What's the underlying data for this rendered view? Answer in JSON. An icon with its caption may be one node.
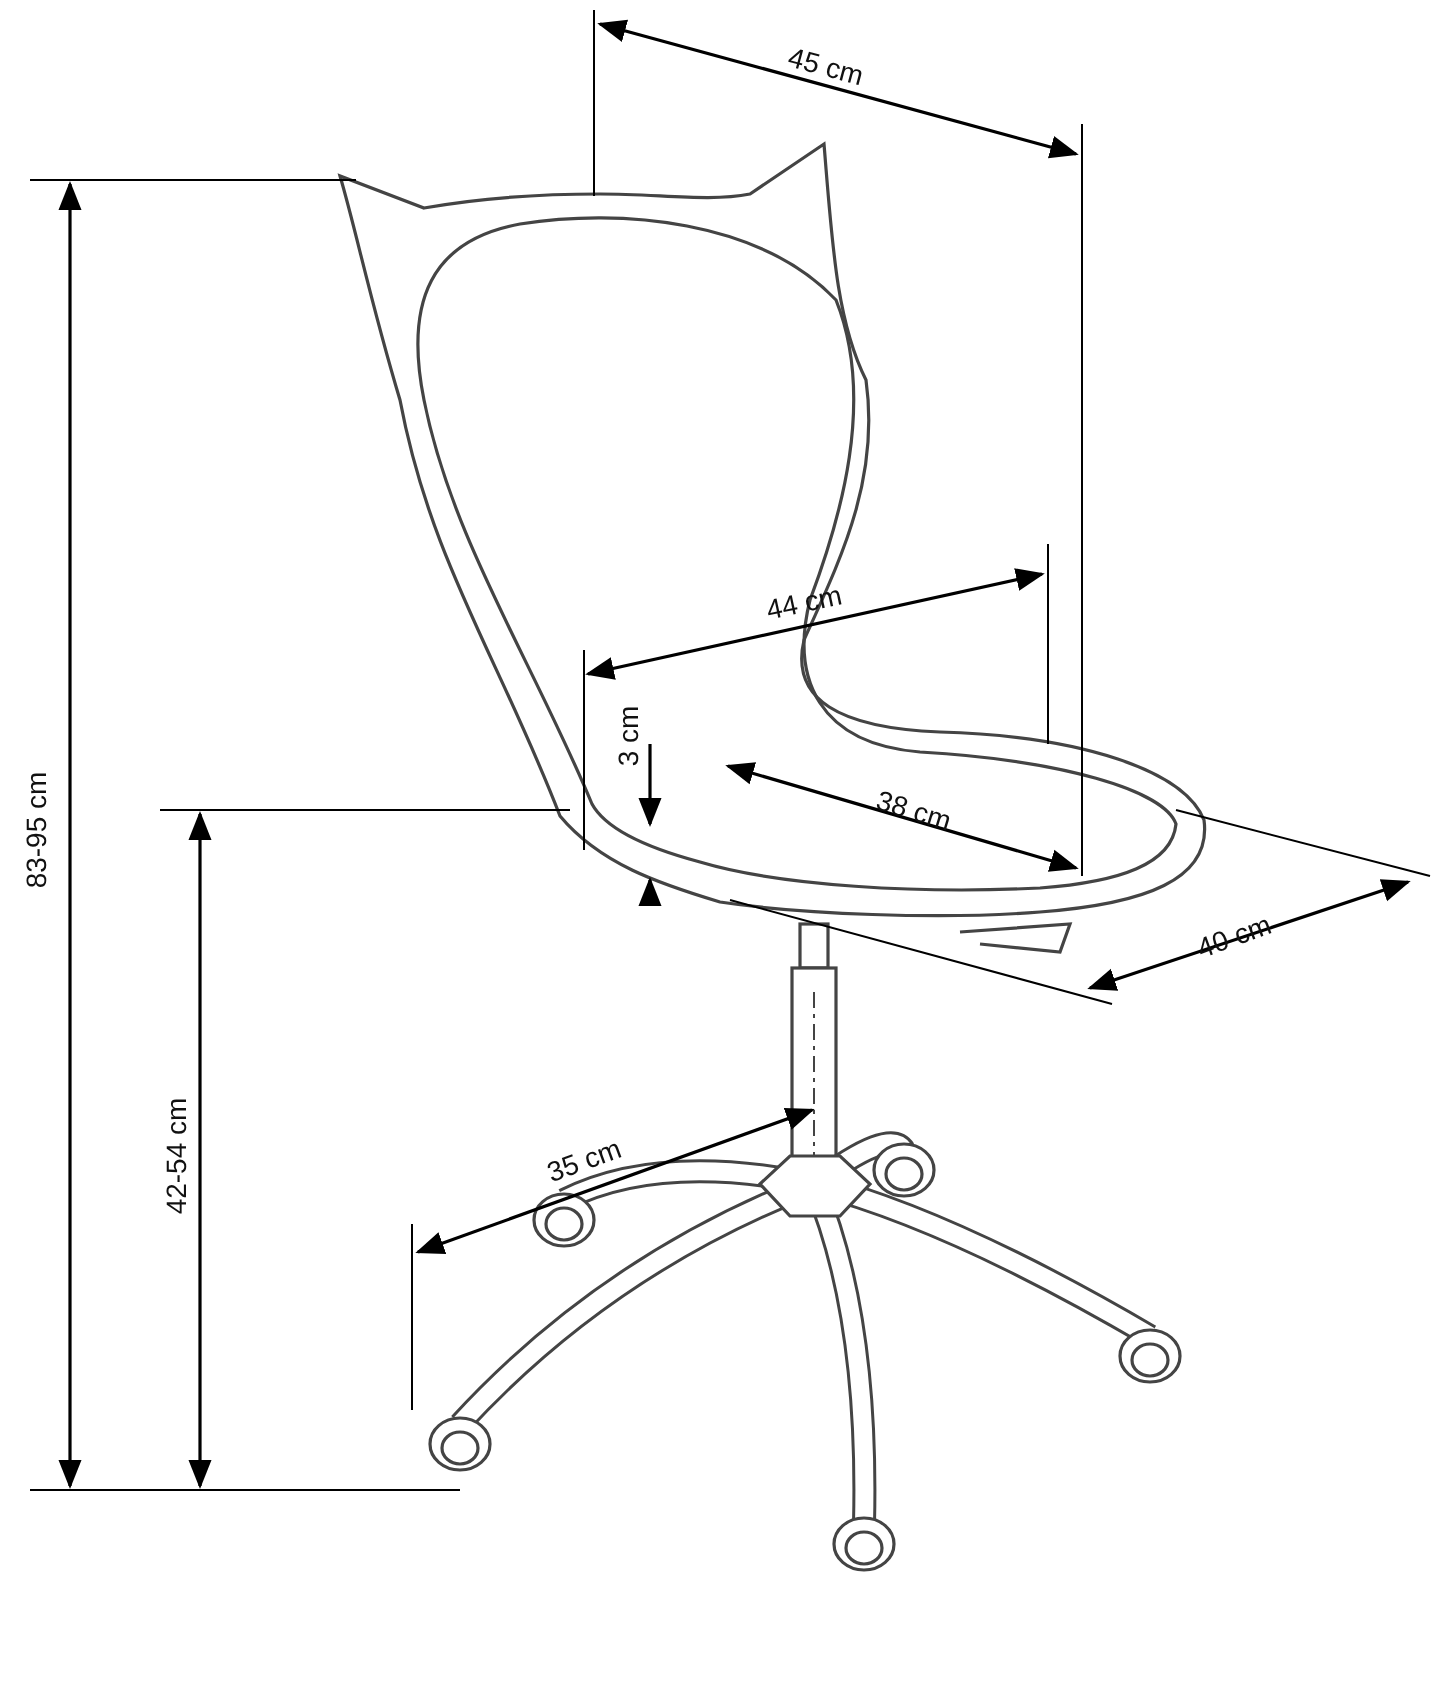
{
  "diagram": {
    "labels": [
      "45 cm",
      "44 cm",
      "3 cm",
      "38 cm",
      "40 cm",
      "83-95 cm",
      "42-54 cm",
      "35 cm"
    ]
  }
}
